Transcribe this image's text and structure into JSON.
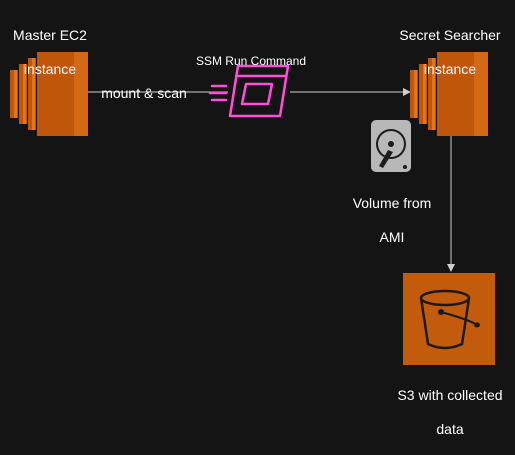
{
  "nodes": {
    "master": {
      "label_line1": "Master EC2",
      "label_line2": "instance"
    },
    "searcher": {
      "label_line1": "Secret Searcher",
      "label_line2": "instance"
    },
    "ssm": {
      "label": "SSM Run Command"
    },
    "volume": {
      "label_line1": "Volume from",
      "label_line2": "AMI"
    },
    "s3": {
      "label_line1": "S3 with collected",
      "label_line2": "data"
    }
  },
  "edges": {
    "mount_scan": {
      "label": "mount & scan"
    }
  },
  "colors": {
    "background": "#141414",
    "ec2_orange_dark": "#c0560a",
    "ec2_orange_light": "#e27518",
    "s3_orange": "#c35b0c",
    "ssm_pink": "#ff4fd8",
    "arrow": "#cfcfcf",
    "disk_gray": "#b8b8b8"
  },
  "icons": {
    "master": "ec2-instance-icon",
    "searcher": "ec2-instance-icon",
    "ssm": "ssm-run-command-icon",
    "volume": "hard-disk-icon",
    "s3": "s3-bucket-icon"
  }
}
